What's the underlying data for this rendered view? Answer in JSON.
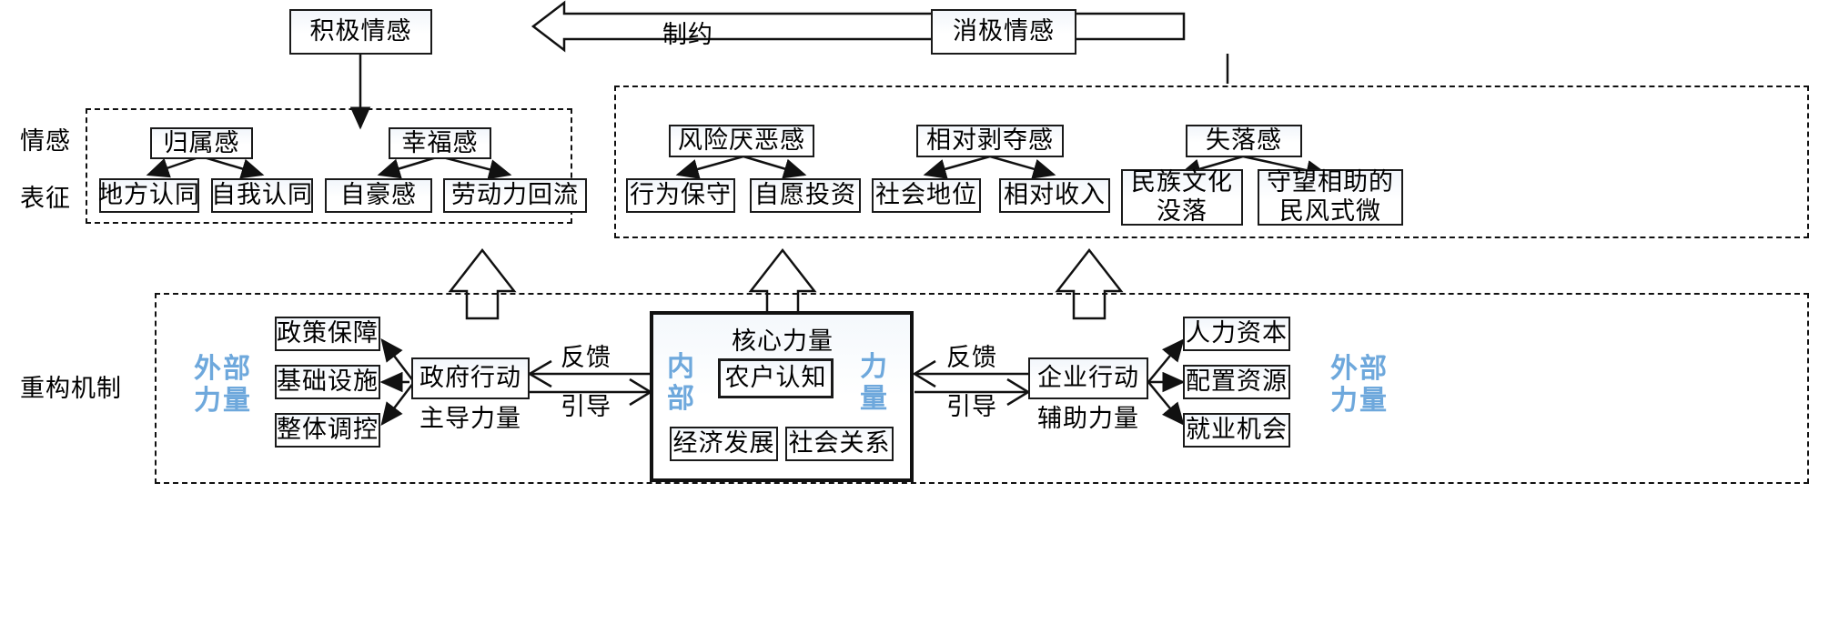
{
  "diagram": {
    "title_nodes": {
      "positive_emotion": "积极情感",
      "negative_emotion": "消极情感",
      "constraint_arrow_label": "制约"
    },
    "row_labels": {
      "emotion": "情感",
      "representation": "表征",
      "mechanism": "重构机制"
    },
    "positive_group": {
      "clusters": [
        {
          "parent": "归属感",
          "children": [
            "地方认同",
            "自我认同"
          ]
        },
        {
          "parent": "幸福感",
          "children": [
            "自豪感",
            "劳动力回流"
          ]
        }
      ]
    },
    "negative_group": {
      "clusters": [
        {
          "parent": "风险厌恶感",
          "children": [
            "行为保守",
            "自愿投资"
          ]
        },
        {
          "parent": "相对剥夺感",
          "children": [
            "社会地位",
            "相对收入"
          ]
        },
        {
          "parent": "失落感",
          "children": [
            "民族文化没落",
            "守望相助的民风式微"
          ]
        }
      ]
    },
    "mechanism": {
      "left_force_label": "外部\n力量",
      "right_force_label": "外部\n力量",
      "left_actor": {
        "name": "政府行动",
        "role": "主导力量"
      },
      "left_outputs": [
        "政策保障",
        "基础设施",
        "整体调控"
      ],
      "right_actor": {
        "name": "企业行动",
        "role": "辅助力量"
      },
      "right_outputs": [
        "人力资本",
        "配置资源",
        "就业机会"
      ],
      "core": {
        "inner_label": "内\n部",
        "force_label": "力\n量",
        "core_force_title": "核心力量",
        "center_node": "农户认知",
        "children": [
          "经济发展",
          "社会关系"
        ]
      },
      "left_link": {
        "top": "反馈",
        "bottom": "引导"
      },
      "right_link": {
        "top": "反馈",
        "bottom": "引导"
      }
    },
    "colors": {
      "accent_blue": "#6ea8dc",
      "stroke": "#111111",
      "box_fill_top": "#f2f6fb"
    }
  }
}
